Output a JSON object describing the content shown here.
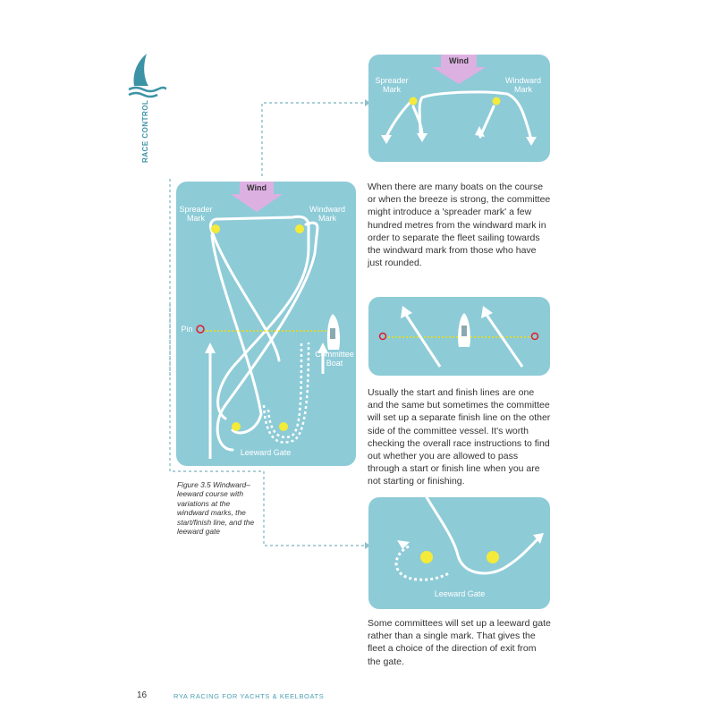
{
  "side_tab": {
    "label": "RACE CONTROL"
  },
  "main_diagram": {
    "wind": "Wind",
    "spreader_mark": "Spreader Mark",
    "windward_mark": "Windward Mark",
    "pin": "Pin",
    "committee_boat": "Committee Boat",
    "leeward_gate": "Leeward Gate"
  },
  "top_diagram": {
    "wind": "Wind",
    "spreader_mark": "Spreader Mark",
    "windward_mark": "Windward Mark"
  },
  "text_spreader": "When there are many boats on the course or when the breeze is strong, the committee might introduce a 'spreader mark' a few hundred metres from the windward mark in order to separate the fleet sailing towards the windward mark from those who have just rounded.",
  "text_startfinish": "Usually the start and finish lines are one and the same but sometimes the committee will set up a separate finish line on the other side of the committee vessel. It's worth checking the overall race instructions to find out whether you are allowed to pass through a start or finish line when you are not starting or finishing.",
  "bottom_diagram": {
    "leeward_gate": "Leeward Gate"
  },
  "text_gate": "Some committees will set up a leeward gate rather than a single mark. That gives the fleet a choice of the direction of exit from the gate.",
  "caption": "Figure 3.5 Windward–leeward course with variations at the windward marks, the start/finish line, and the leeward gate",
  "footer": {
    "page_number": "16",
    "book_title": "RYA RACING FOR YACHTS & KEELBOATS"
  },
  "colors": {
    "panel": "#8dcbd7",
    "wind_arrow": "#d9a8df",
    "mark": "#f3ea3a",
    "accent": "#3d93a6",
    "start_line": "#f0e000"
  }
}
